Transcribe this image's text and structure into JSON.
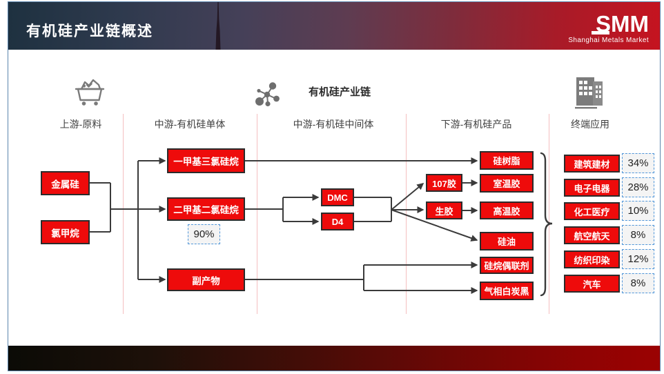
{
  "header": {
    "title": "有机硅产业链概述",
    "logo_text": "SMM",
    "logo_subtitle": "Shanghai Metals Market"
  },
  "diagram": {
    "chain_title": "有机硅产业链",
    "columns": {
      "upstream": "上游-原料",
      "monomer": "中游-有机硅单体",
      "intermediate": "中游-有机硅中间体",
      "downstream": "下游-有机硅产品",
      "terminal": "终端应用"
    },
    "upstream": [
      "金属硅",
      "氯甲烷"
    ],
    "monomers": [
      "一甲基三氯硅烷",
      "二甲基二氯硅烷",
      "副产物"
    ],
    "monomer_share": "90%",
    "intermediates": [
      "DMC",
      "D4"
    ],
    "mid_products": [
      "107胶",
      "生胶"
    ],
    "products": [
      "硅树脂",
      "室温胶",
      "高温胶",
      "硅油",
      "硅烷偶联剂",
      "气相白炭黑"
    ],
    "applications": [
      {
        "label": "建筑建材",
        "share": "34%"
      },
      {
        "label": "电子电器",
        "share": "28%"
      },
      {
        "label": "化工医疗",
        "share": "10%"
      },
      {
        "label": "航空航天",
        "share": "8%"
      },
      {
        "label": "纺织印染",
        "share": "12%"
      },
      {
        "label": "汽车",
        "share": "8%"
      }
    ]
  },
  "colors": {
    "box_red": "#EE0B0B",
    "box_border": "#2B2B2B",
    "connector": "#3A3A3A",
    "divider_pink": "#F5BFC0",
    "dashed_blue": "#4E95D9",
    "header_red": "#C51420",
    "header_blue": "#1E3140"
  }
}
